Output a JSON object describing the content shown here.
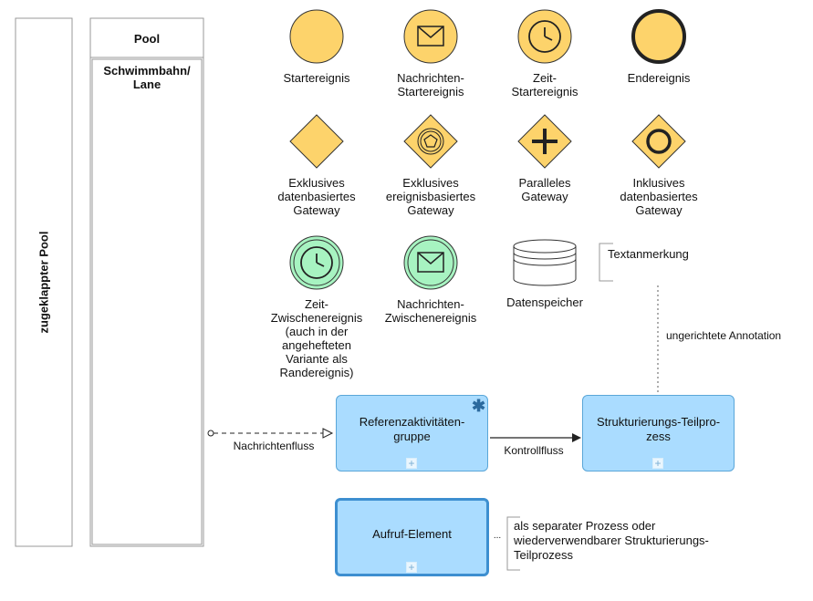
{
  "collapsed_pool": {
    "label": "zugeklappter Pool"
  },
  "pool": {
    "header": "Pool",
    "lane_label": "Schwimmbahn/\nLane"
  },
  "events": [
    {
      "name": "start-event",
      "label": "Startereignis"
    },
    {
      "name": "message-start-event",
      "label": "Nachrichten-\nStartereignis",
      "icon": "envelope-icon"
    },
    {
      "name": "timer-start-event",
      "label": "Zeit-\nStartereignis",
      "icon": "clock-icon"
    },
    {
      "name": "end-event",
      "label": "Endereignis"
    }
  ],
  "gateways": [
    {
      "name": "exclusive-data-gateway",
      "label": "Exklusives\ndatenbasiertes\nGateway"
    },
    {
      "name": "exclusive-event-gateway",
      "label": "Exklusives\nereignisbasiertes\nGateway",
      "icon": "pentagon-icon"
    },
    {
      "name": "parallel-gateway",
      "label": "Paralleles\nGateway",
      "icon": "plus-icon"
    },
    {
      "name": "inclusive-gateway",
      "label": "Inklusives\ndatenbasiertes\nGateway",
      "icon": "circle-icon"
    }
  ],
  "intermediate": [
    {
      "name": "timer-intermediate-event",
      "label": "Zeit-\nZwischenereignis\n(auch in der\nangehefteten\nVariante als\nRandereignis)",
      "icon": "clock-icon"
    },
    {
      "name": "message-intermediate-event",
      "label": "Nachrichten-\nZwischenereignis",
      "icon": "envelope-icon"
    }
  ],
  "data_store": {
    "label": "Datenspeicher"
  },
  "text_annotation": {
    "label": "Textanmerkung"
  },
  "undirected_annotation_label": "ungerichtete Annotation",
  "tasks": {
    "reference_group": {
      "label": "Referenzaktivitäten-\ngruppe",
      "marker": "✱"
    },
    "subprocess": {
      "label": "Strukturierungs-Teilpro-\nzess"
    },
    "call_activity": {
      "label": "Aufruf-Element"
    },
    "plus_marker": "+"
  },
  "flows": {
    "message_flow": "Nachrichtenfluss",
    "sequence_flow": "Kontrollfluss"
  },
  "call_annotation": {
    "ellipsis": "...",
    "label": "als separater Prozess oder\nwiederverwendbarer Strukturierungs-\nTeilprozess"
  },
  "colors": {
    "event_yellow": "#fdd36b",
    "event_green": "#a7f3c1",
    "event_stroke": "#222222",
    "task_fill": "#aadcff",
    "task_stroke": "#5aa6d8"
  }
}
